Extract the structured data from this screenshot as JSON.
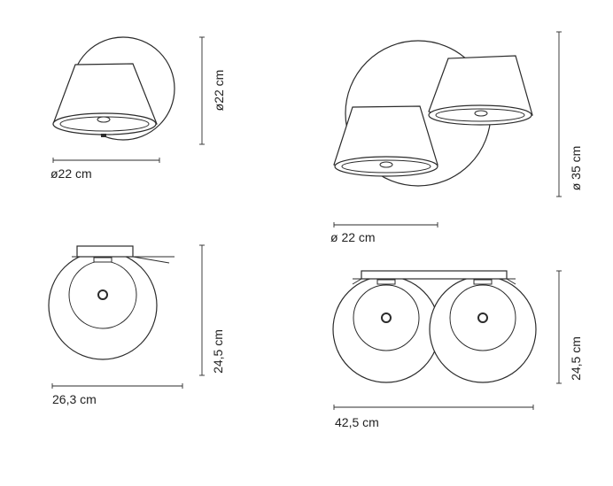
{
  "dimensions": {
    "single_side_height": "ø22 cm",
    "single_side_width": "ø22 cm",
    "double_side_height": "ø 35 cm",
    "double_side_width": "ø 22 cm",
    "single_top_depth": "24,5 cm",
    "single_top_width": "26,3 cm",
    "double_top_depth": "24,5 cm",
    "double_top_width": "42,5 cm"
  }
}
